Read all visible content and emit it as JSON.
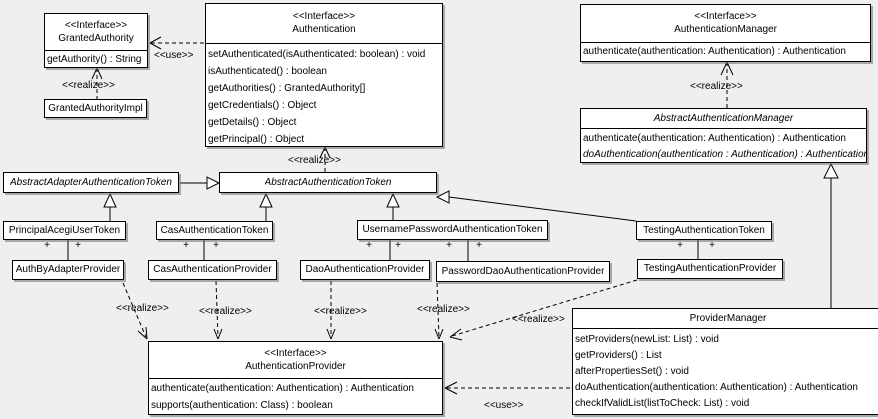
{
  "labels": {
    "realize": "<<realize>>",
    "use": "<<use>>",
    "plus": "+"
  },
  "colors": {
    "background": "#efefef",
    "box_fill": "#ffffff",
    "line": "#000000"
  },
  "classes": [
    {
      "stereotype": "<<Interface>>",
      "name": "GrantedAuthority",
      "methods": [
        "getAuthority() : String"
      ]
    },
    {
      "name": "GrantedAuthorityImpl",
      "methods": []
    },
    {
      "stereotype": "<<Interface>>",
      "name": "Authentication",
      "methods": [
        "setAuthenticated(isAuthenticated: boolean) : void",
        "isAuthenticated() : boolean",
        "getAuthorities() : GrantedAuthority[]",
        "getCredentials() : Object",
        "getDetails() : Object",
        "getPrincipal() : Object"
      ]
    },
    {
      "stereotype": "<<Interface>>",
      "name": "AuthenticationManager",
      "methods": [
        "authenticate(authentication: Authentication) : Authentication"
      ]
    },
    {
      "name": "AbstractAuthenticationManager",
      "abstract": true,
      "methods": [
        "authenticate(authentication: Authentication) : Authentication",
        "doAuthentication(authentication : Authentication) : Authentication"
      ]
    },
    {
      "name": "AbstractAdapterAuthenticationToken",
      "abstract": true,
      "methods": []
    },
    {
      "name": "AbstractAuthenticationToken",
      "abstract": true,
      "methods": []
    },
    {
      "name": "PrincipalAcegiUserToken",
      "methods": []
    },
    {
      "name": "CasAuthenticationToken",
      "methods": []
    },
    {
      "name": "UsernamePasswordAuthenticationToken",
      "methods": []
    },
    {
      "name": "TestingAuthenticationToken",
      "methods": []
    },
    {
      "name": "AuthByAdapterProvider",
      "methods": []
    },
    {
      "name": "CasAuthenticationProvider",
      "methods": []
    },
    {
      "name": "DaoAuthenticationProvider",
      "methods": []
    },
    {
      "name": "PasswordDaoAuthenticationProvider",
      "methods": []
    },
    {
      "name": "TestingAuthenticationProvider",
      "methods": []
    },
    {
      "stereotype": "<<Interface>>",
      "name": "AuthenticationProvider",
      "methods": [
        "authenticate(authentication: Authentication) : Authentication",
        "supports(authentication: Class) : boolean"
      ]
    },
    {
      "name": "ProviderManager",
      "methods": [
        "setProviders(newList: List) : void",
        "getProviders() : List",
        "afterPropertiesSet() : void",
        "doAuthentication(authentication: Authentication) : Authentication",
        "checkIfValidList(listToCheck: List) : void"
      ]
    }
  ]
}
